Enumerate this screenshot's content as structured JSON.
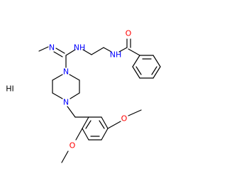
{
  "molecule": {
    "counterion": "HI",
    "atom_labels": {
      "imine_n": "N",
      "amine_nh": "NH",
      "piperazine_n1": "N",
      "piperazine_n4": "N",
      "amide_o": "O",
      "amide_nh": "NH",
      "methoxy_o_top": "O",
      "methoxy_o_bottom": "O"
    }
  },
  "colors": {
    "bond": "#000000",
    "nitrogen": "#0000ff",
    "oxygen": "#ff0000",
    "background": "#ffffff"
  }
}
